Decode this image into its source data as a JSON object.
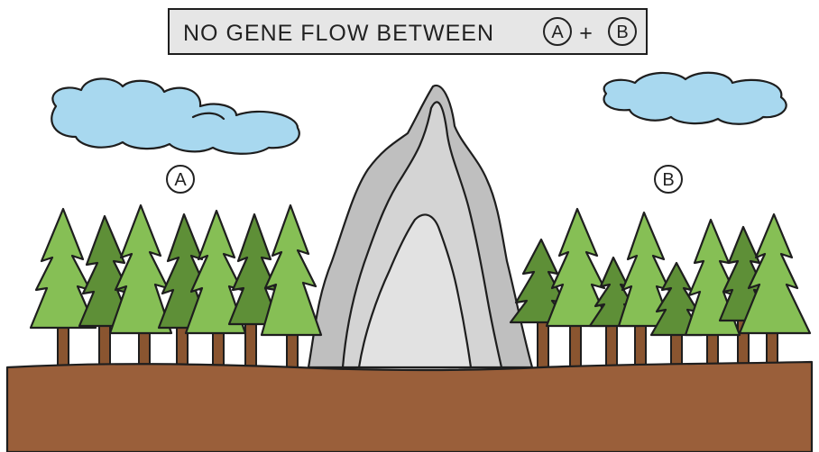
{
  "banner": {
    "text": "NO GENE FLOW BETWEEN",
    "plus": "+",
    "label_a": "A",
    "label_b": "B"
  },
  "regions": [
    {
      "id": "a",
      "label": "A"
    },
    {
      "id": "b",
      "label": "B"
    }
  ],
  "colors": {
    "sky_cloud": "#a8d8ef",
    "mountain_outer": "#bfbfbf",
    "mountain_inner": "#d8d8d8",
    "ground": "#9a5f3a",
    "tree_light": "#86bf55",
    "tree_dark": "#5e8f37",
    "trunk": "#8a5530",
    "banner_bg": "#e6e6e6"
  }
}
